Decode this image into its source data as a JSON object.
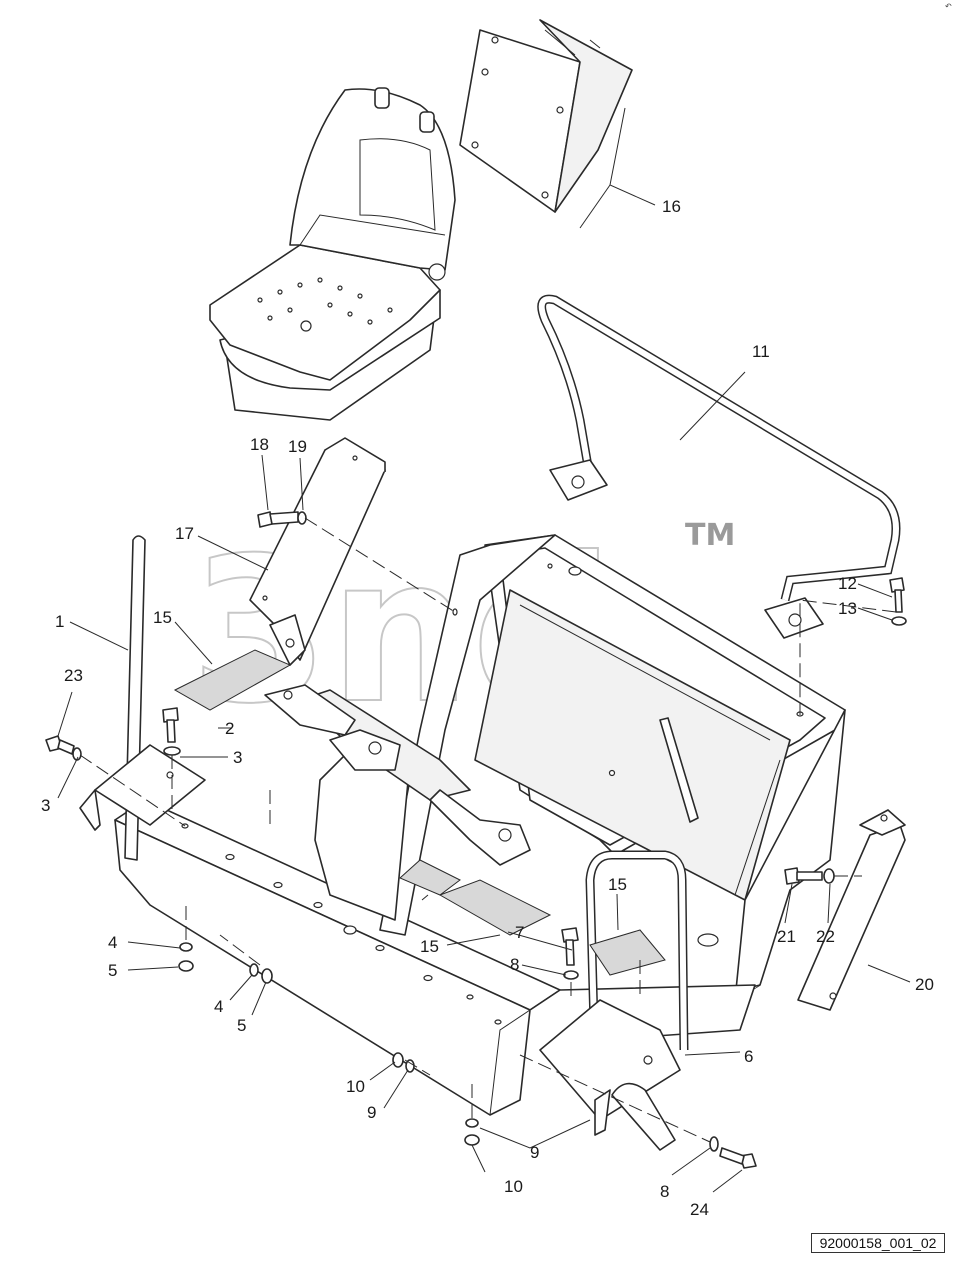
{
  "drawing": {
    "code": "92000158_001_02",
    "watermark": "3nd",
    "trademark": "TM"
  },
  "icons": {
    "corner_mark": "arrow-icon"
  },
  "callouts": [
    {
      "label": "1"
    },
    {
      "label": "2"
    },
    {
      "label": "3"
    },
    {
      "label": "3"
    },
    {
      "label": "3"
    },
    {
      "label": "4"
    },
    {
      "label": "4"
    },
    {
      "label": "5"
    },
    {
      "label": "5"
    },
    {
      "label": "6"
    },
    {
      "label": "7"
    },
    {
      "label": "8"
    },
    {
      "label": "8"
    },
    {
      "label": "9"
    },
    {
      "label": "9"
    },
    {
      "label": "10"
    },
    {
      "label": "10"
    },
    {
      "label": "11"
    },
    {
      "label": "12"
    },
    {
      "label": "13"
    },
    {
      "label": "15"
    },
    {
      "label": "15"
    },
    {
      "label": "15"
    },
    {
      "label": "15"
    },
    {
      "label": "16"
    },
    {
      "label": "17"
    },
    {
      "label": "18"
    },
    {
      "label": "19"
    },
    {
      "label": "20"
    },
    {
      "label": "21"
    },
    {
      "label": "22"
    },
    {
      "label": "23"
    },
    {
      "label": "24"
    }
  ]
}
